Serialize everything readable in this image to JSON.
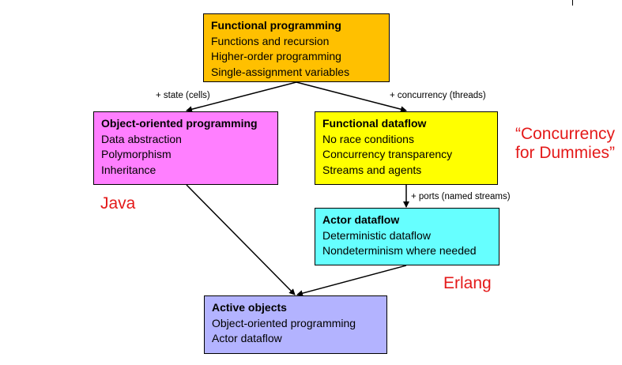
{
  "colors": {
    "functional_programming": "#ffc000",
    "object_oriented": "#ff7fff",
    "functional_dataflow": "#ffff00",
    "actor_dataflow": "#66ffff",
    "active_objects": "#b3b3ff",
    "annotation": "#e41a1a"
  },
  "nodes": {
    "functional_programming": {
      "title": "Functional programming",
      "lines": [
        "Functions and recursion",
        "Higher-order programming",
        "Single-assignment variables"
      ]
    },
    "object_oriented": {
      "title": "Object-oriented programming",
      "lines": [
        "Data abstraction",
        "Polymorphism",
        "Inheritance"
      ]
    },
    "functional_dataflow": {
      "title": "Functional dataflow",
      "lines": [
        "No race conditions",
        "Concurrency transparency",
        "Streams and agents"
      ]
    },
    "actor_dataflow": {
      "title": "Actor dataflow",
      "lines": [
        "Deterministic dataflow",
        "Nondeterminism where needed"
      ]
    },
    "active_objects": {
      "title": "Active objects",
      "lines": [
        "Object-oriented programming",
        "Actor dataflow"
      ]
    }
  },
  "edges": {
    "state": "+ state (cells)",
    "concurrency": "+ concurrency (threads)",
    "ports": "+ ports (named streams)"
  },
  "annotations": {
    "java": "Java",
    "erlang": "Erlang",
    "dummies_line1": "“Concurrency",
    "dummies_line2": "for Dummies”"
  }
}
